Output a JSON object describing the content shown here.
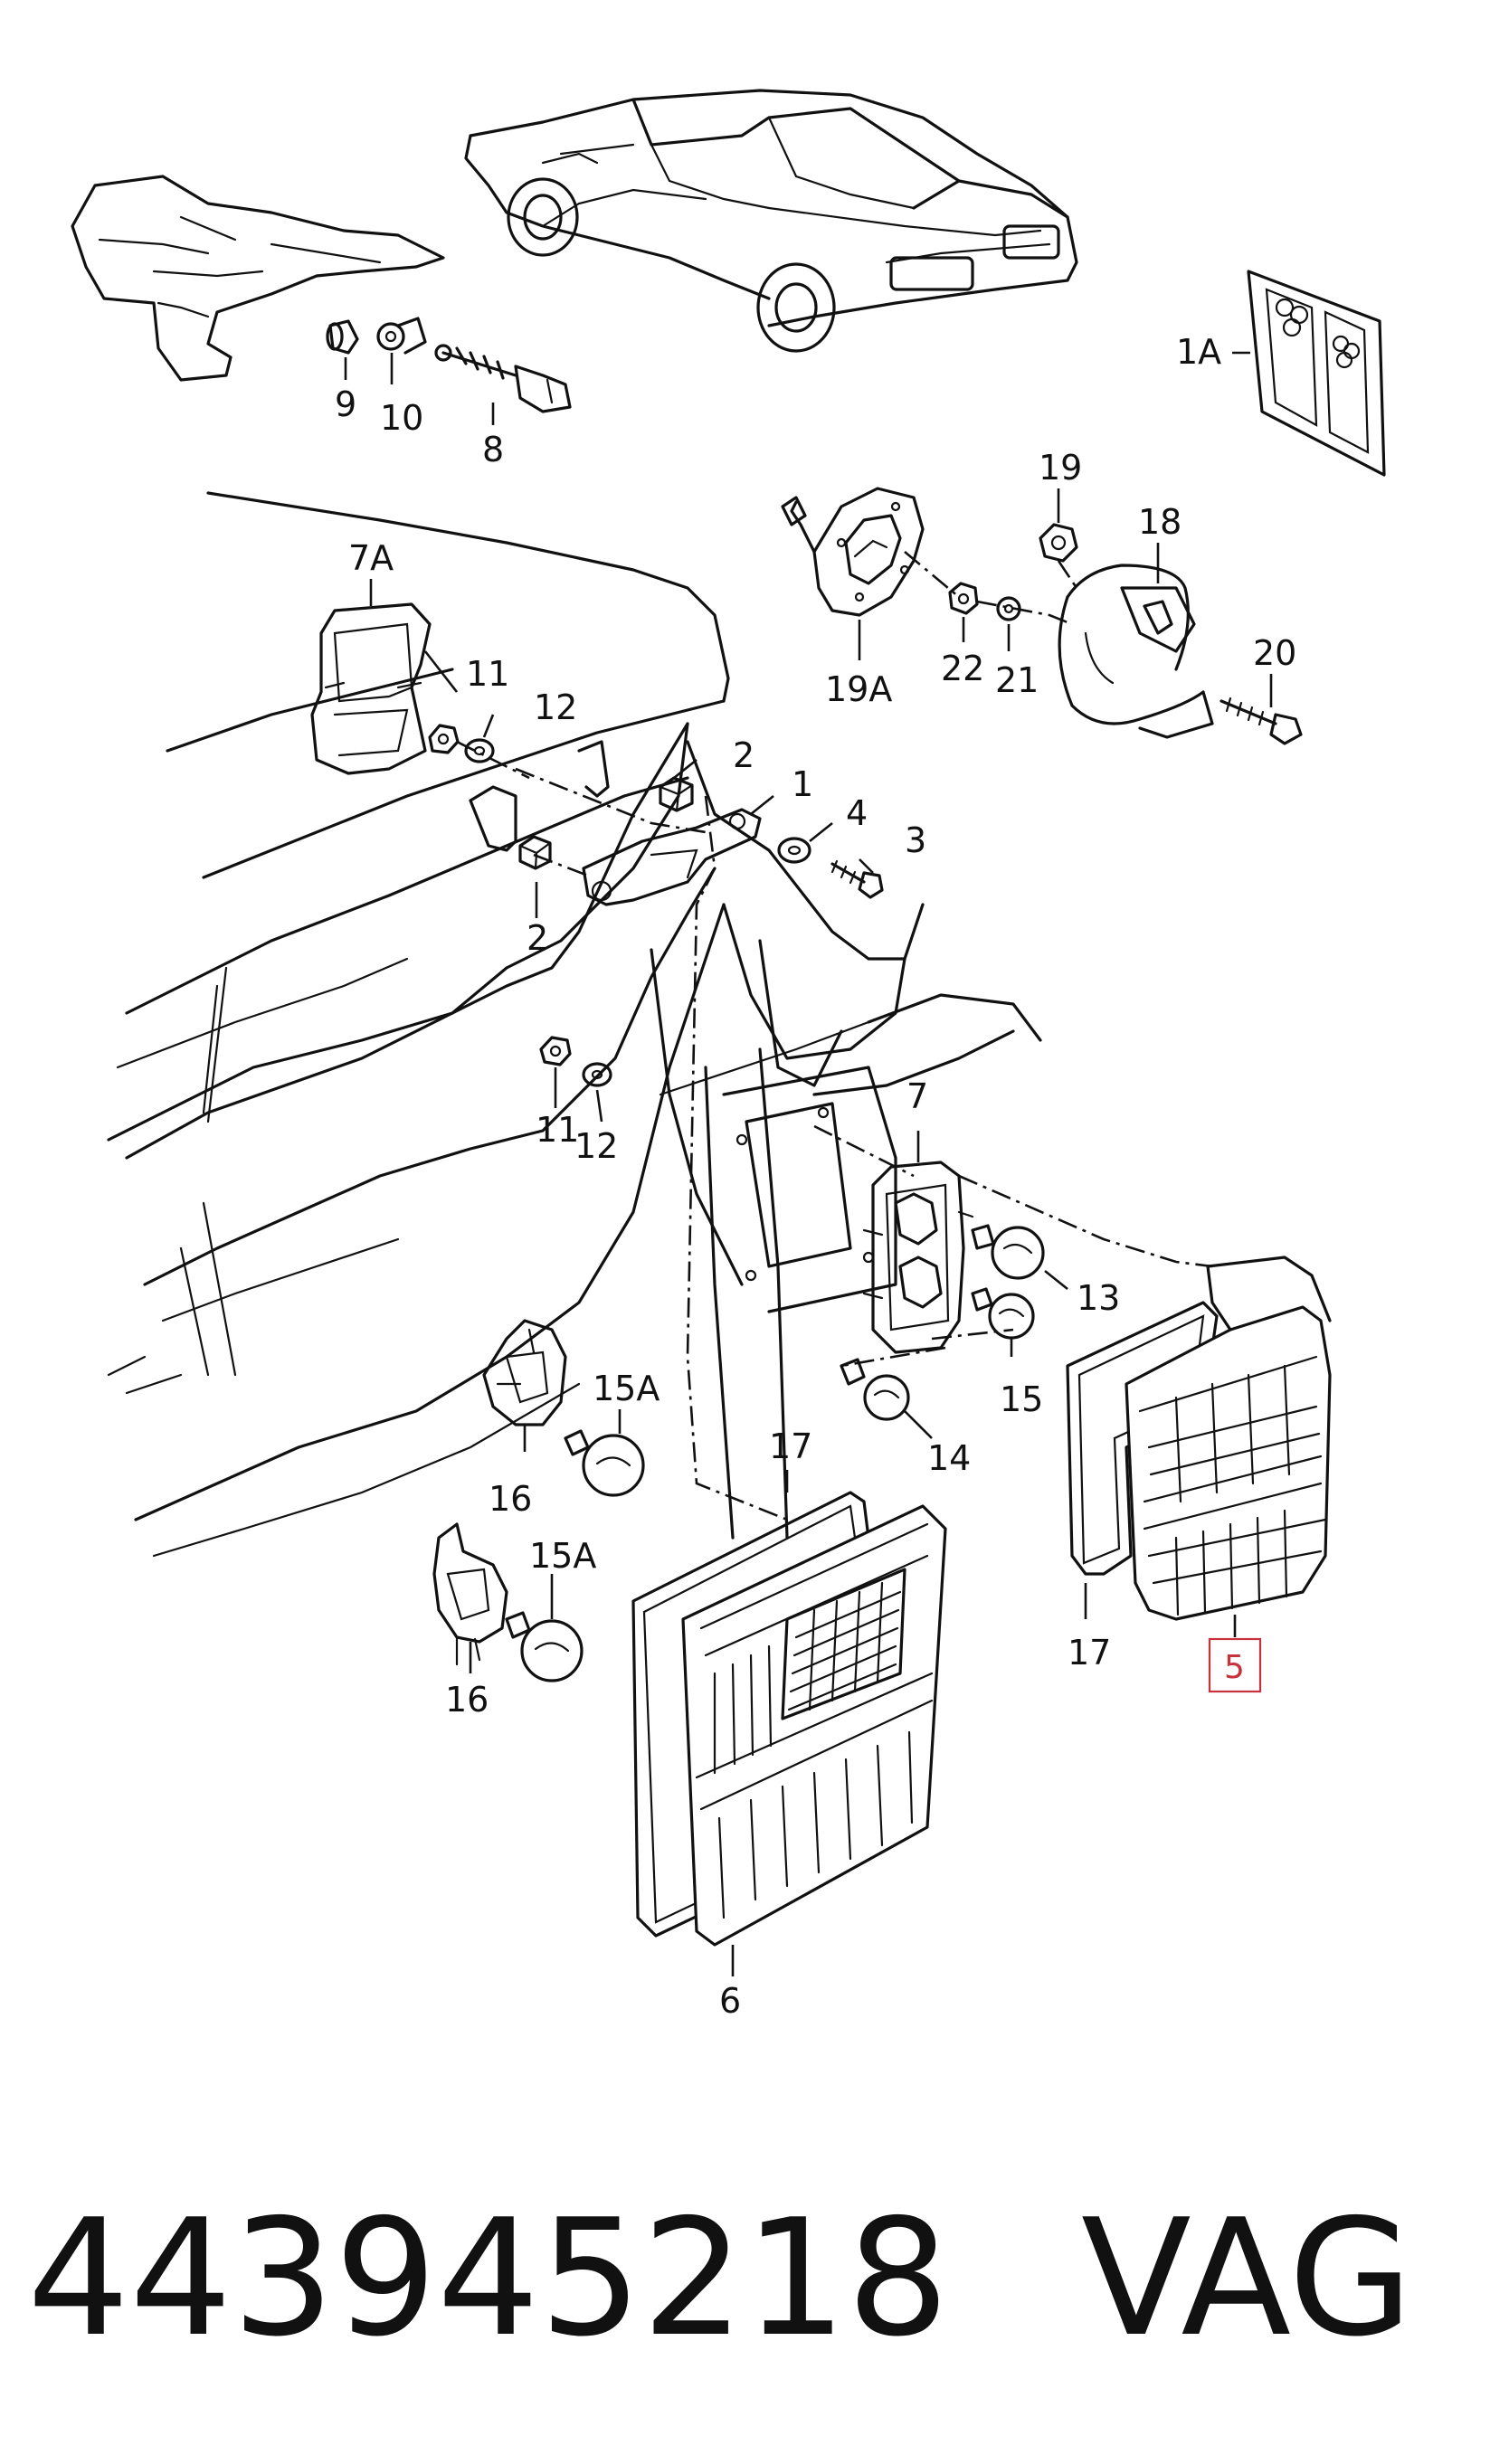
{
  "diagram": {
    "part_labels": {
      "l9": "9",
      "l10": "10",
      "l8": "8",
      "l1A": "1A",
      "l19": "19",
      "l18": "18",
      "l19A": "19A",
      "l22": "22",
      "l21": "21",
      "l20": "20",
      "l7A": "7A",
      "l11a": "11",
      "l12a": "12",
      "l2a": "2",
      "l1": "1",
      "l4": "4",
      "l3": "3",
      "l2b": "2",
      "l11b": "11",
      "l12b": "12",
      "l7": "7",
      "l13": "13",
      "l15": "15",
      "l14": "14",
      "l15Aa": "15A",
      "l16a": "16",
      "l15Ab": "15A",
      "l16b": "16",
      "l17a": "17",
      "l17b": "17",
      "l6": "6",
      "l5": "5"
    },
    "highlighted_part": "5",
    "highlight_color": "#c8323c"
  },
  "footer": {
    "part_number": "443945218",
    "brand": "VAG"
  }
}
